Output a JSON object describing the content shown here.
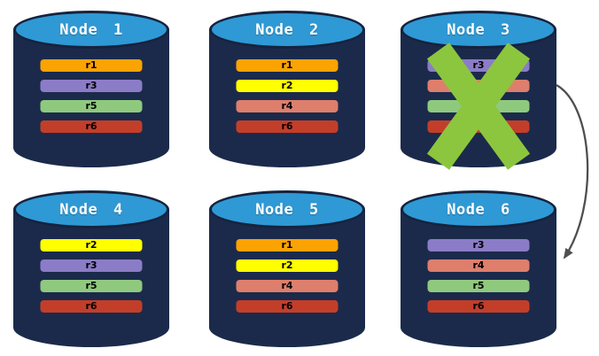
{
  "nodes": [
    {
      "name": "Node 1",
      "replicas": [
        "r1",
        "r3",
        "r5",
        "r6"
      ],
      "failed": false
    },
    {
      "name": "Node 2",
      "replicas": [
        "r1",
        "r2",
        "r4",
        "r6"
      ],
      "failed": false
    },
    {
      "name": "Node 3",
      "replicas": [
        "r3",
        "r4",
        "r5",
        "r6"
      ],
      "failed": true
    },
    {
      "name": "Node 4",
      "replicas": [
        "r2",
        "r3",
        "r5",
        "r6"
      ],
      "failed": false
    },
    {
      "name": "Node 5",
      "replicas": [
        "r1",
        "r2",
        "r4",
        "r6"
      ],
      "failed": false
    },
    {
      "name": "Node 6",
      "replicas": [
        "r3",
        "r4",
        "r5",
        "r6"
      ],
      "failed": false
    }
  ],
  "replica_colors": {
    "r1": "#FBA302",
    "r2": "#FFFF00",
    "r3": "#8B7CC7",
    "r4": "#DE7E6C",
    "r5": "#8FC97E",
    "r6": "#C33E29"
  },
  "arrow": {
    "from": "Node 3",
    "to": "Node 6"
  },
  "colors": {
    "background": "#FFFFFF",
    "cylinder_body": "#1B2A4B",
    "cylinder_top_fill": "#2E99D5",
    "cylinder_top_border": "#16233E",
    "node_title_text": "#FFFFFF",
    "replica_label_text": "#000000",
    "failure_x": "#8CC63E",
    "arrow": "#4F4F4F"
  }
}
